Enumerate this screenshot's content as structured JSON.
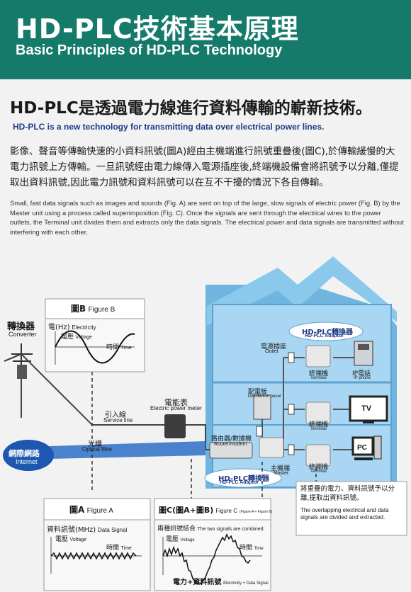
{
  "header": {
    "title_zh": "HD-PLC技術基本原理",
    "title_en": "Basic Principles of HD-PLC Technology"
  },
  "intro": {
    "heading_zh": "HD-PLC是透過電力線進行資料傳輸的嶄新技術。",
    "heading_en": "HD-PLC is a new technology for transmitting  data over electrical power lines.",
    "body_zh": "影像、聲音等傳輸快速的小資料訊號(圖A)經由主機端進行訊號重疊後(圖C),於傳輸緩慢的大電力訊號上方傳輸。一旦訊號經由電力線傳入電源插座後,終端機設備會將訊號予以分離,僅提取出資料訊號,因此電力訊號和資料訊號可以在互不干擾的情況下各自傳輸。",
    "body_en": "Small, fast data signals such as images and sounds (Fig. A) are sent on top of the large, slow signals of electric power (Fig. B) by the Master unit using a process called superimposition (Fig. C). Once the signals are sent through the electrical wires to the power outlets, the Terminal unit divides them and extracts only the data signals. The electrical power and data signals are transmitted without interfering with each other."
  },
  "diagram": {
    "converter_zh": "轉換器",
    "converter_en": "Converter",
    "figB": {
      "title_zh": "圖B",
      "title_en": "Figure B",
      "heading_zh": "電(Hz)",
      "heading_en": "Electricity",
      "voltage_zh": "電壓",
      "voltage_en": "Voltage",
      "time_zh": "時間",
      "time_en": "Time"
    },
    "meter_zh": "電能表",
    "meter_en": "Electric power meter",
    "service_zh": "引入線",
    "service_en": "Service line",
    "fiber_zh": "光纖",
    "fiber_en": "Optical fiber",
    "internet_zh": "網際網路",
    "internet_en": "Internet",
    "router_zh": "路由器/數據機",
    "router_en": "Router/modem",
    "adaptor_top_zh": "HD-PLC轉換器",
    "adaptor_top_en": "HD-PLC Adaptor",
    "adaptor_bottom_zh": "HD-PLC轉換器",
    "adaptor_bottom_en": "HD-PLC Adaptor",
    "outlet_zh": "電源插座",
    "outlet_en": "Outlet",
    "panel_zh": "配電板",
    "panel_en": "Distribution panel",
    "master_zh": "主機端",
    "master_en": "Master",
    "terminal1_zh": "終端機",
    "terminal1_en": "Terminal",
    "terminal2_zh": "終端機",
    "terminal2_en": "Terminal",
    "terminal3_zh": "終端機",
    "terminal3_en": "Terminal",
    "ipphone_zh": "IP電話",
    "ipphone_en": "IP phone",
    "tv": "TV",
    "pc": "PC",
    "figA": {
      "title_zh": "圖A",
      "title_en": "Figure A",
      "heading_zh": "資料訊號(MHz)",
      "heading_en": "Data Signal",
      "voltage_zh": "電壓",
      "voltage_en": "Voltage",
      "time_zh": "時間",
      "time_en": "Time"
    },
    "figC": {
      "title_zh": "圖C(圖A+圖B)",
      "title_en": "Figure C",
      "title_en_small": "(Figure A + Figure B)",
      "heading_zh": "兩種訊號結合",
      "heading_en": "The two signals are combined.",
      "voltage_zh": "電壓",
      "voltage_en": "Voltage",
      "time_zh": "時間",
      "time_en": "Time",
      "footer_zh": "電力+資料訊號",
      "footer_en": "Electricity + Data Signal"
    },
    "note_zh": "將重疊的電力、資料訊號予以分離,提取出資料訊號。",
    "note_en": "The overlapping electrical and data signals are divided and extracted."
  }
}
